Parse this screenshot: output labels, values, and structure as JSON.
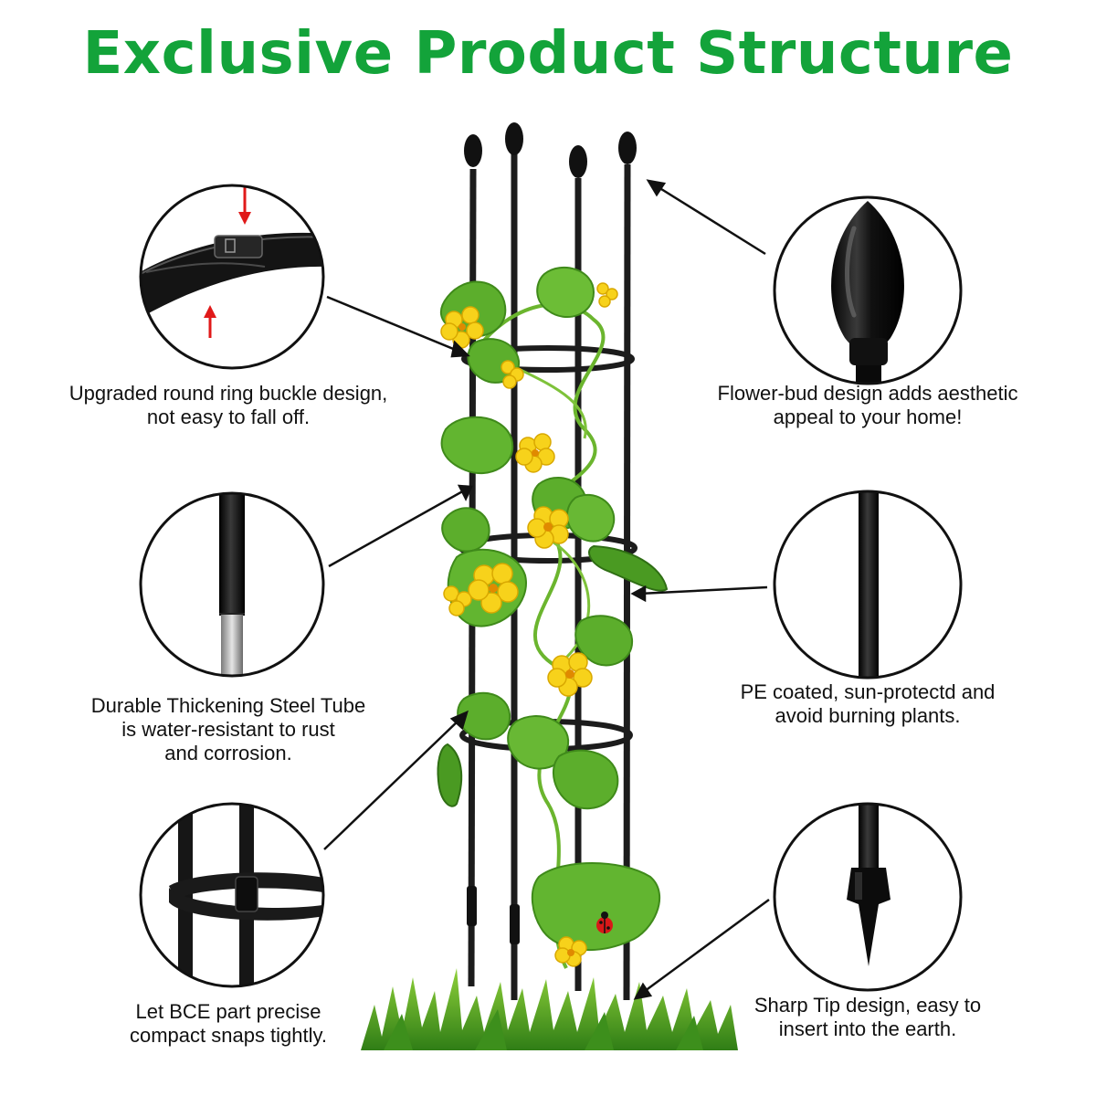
{
  "title": "Exclusive Product Structure",
  "colors": {
    "title_green": "#13a33a",
    "frame_black": "#1c1c1c",
    "leaf_green": "#5cae2c",
    "flower_yellow": "#f7d21b",
    "arrow_red": "#e01919"
  },
  "features": {
    "ring_buckle": {
      "line1": "Upgraded round ring buckle design,",
      "line2": "not easy to fall off.",
      "icon": "ring-buckle-closeup"
    },
    "flower_bud": {
      "line1": "Flower-bud design adds aesthetic",
      "line2": "appeal to your home!",
      "icon": "flower-bud-finial"
    },
    "steel_tube": {
      "line1": "Durable Thickening Steel Tube",
      "line2": "is water-resistant to rust",
      "line3": "and corrosion.",
      "icon": "steel-tube-cross-section"
    },
    "pe_coating": {
      "line1": "PE coated, sun-protectd and",
      "line2": "avoid burning plants.",
      "icon": "coated-pole"
    },
    "bce_part": {
      "line1": "Let BCE part precise",
      "line2": "compact snaps tightly.",
      "icon": "ring-joint-closeup"
    },
    "sharp_tip": {
      "line1": "Sharp Tip design, easy to",
      "line2": "insert into the earth.",
      "icon": "sharp-tip-stake"
    }
  }
}
